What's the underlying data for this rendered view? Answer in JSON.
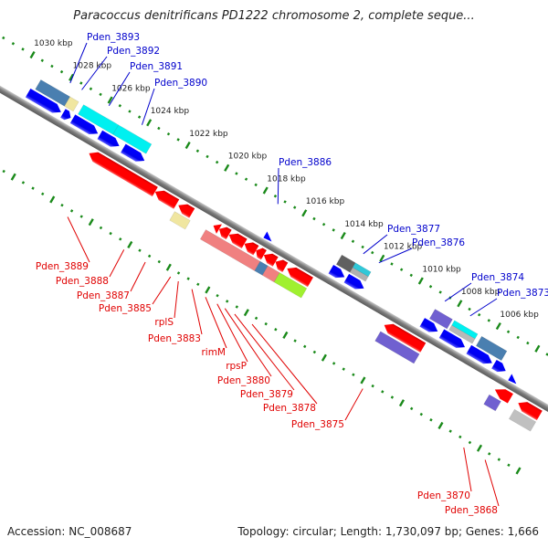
{
  "title": "Paracoccus denitrificans PD1222 chromosome 2, complete seque...",
  "footer": {
    "accession": "Accession: NC_008687",
    "summary": "Topology: circular; Length: 1,730,097 bp; Genes: 1,666"
  },
  "colors": {
    "forward_label": "#0000cc",
    "reverse_label": "#e00000",
    "axis": "#808080",
    "ticks": "#1a8a1a"
  },
  "scale": {
    "unit": "kbp",
    "ticks": [
      1030,
      1028,
      1026,
      1024,
      1022,
      1020,
      1018,
      1016,
      1014,
      1012,
      1010,
      1008,
      1006
    ]
  },
  "forward_genes": [
    {
      "name": "Pden_3893",
      "start": 1029.0,
      "end": 1027.6,
      "color": "#4a7fb0",
      "row": 0
    },
    {
      "name": "Pden_3892",
      "start": 1027.6,
      "end": 1027.15,
      "color": "#f0e6a0",
      "row": 0
    },
    {
      "name": "Pden_3891",
      "start": 1027.0,
      "end": 1023.6,
      "color": "#00ffff",
      "row": 0
    },
    {
      "name": "Pden_3890",
      "start": 1024.0,
      "end": 1023.6,
      "color": "#00ffff",
      "row": 0
    },
    {
      "name": "Pden_3886",
      "start": 1017.2,
      "end": 1017.0,
      "color": "#0000ff",
      "row": 1
    },
    {
      "name": "Pden_3877",
      "start": 1013.4,
      "end": 1012.7,
      "color": "#606060",
      "row": 0
    },
    {
      "name": "Pden_3876",
      "start": 1012.7,
      "end": 1011.9,
      "color": "#30c8d8",
      "row": 0
    },
    {
      "name": "Pden_3874",
      "start": 1009.0,
      "end": 1008.2,
      "color": "#7060d0",
      "row": 0
    },
    {
      "name": "Pden_3873",
      "start": 1008.0,
      "end": 1006.8,
      "color": "#00ffff",
      "row": 0
    }
  ],
  "forward_labels": [
    {
      "text": "Pden_3893"
    },
    {
      "text": "Pden_3892"
    },
    {
      "text": "Pden_3891"
    },
    {
      "text": "Pden_3890"
    },
    {
      "text": "Pden_3886"
    },
    {
      "text": "Pden_3877"
    },
    {
      "text": "Pden_3876"
    },
    {
      "text": "Pden_3874"
    },
    {
      "text": "Pden_3873"
    }
  ],
  "reverse_labels": [
    {
      "text": "Pden_3889"
    },
    {
      "text": "Pden_3888"
    },
    {
      "text": "Pden_3887"
    },
    {
      "text": "Pden_3885"
    },
    {
      "text": "rplS"
    },
    {
      "text": "Pden_3883"
    },
    {
      "text": "rimM"
    },
    {
      "text": "rpsP"
    },
    {
      "text": "Pden_3880"
    },
    {
      "text": "Pden_3879"
    },
    {
      "text": "Pden_3878"
    },
    {
      "text": "Pden_3875"
    },
    {
      "text": "Pden_3870"
    },
    {
      "text": "Pden_3868"
    }
  ]
}
